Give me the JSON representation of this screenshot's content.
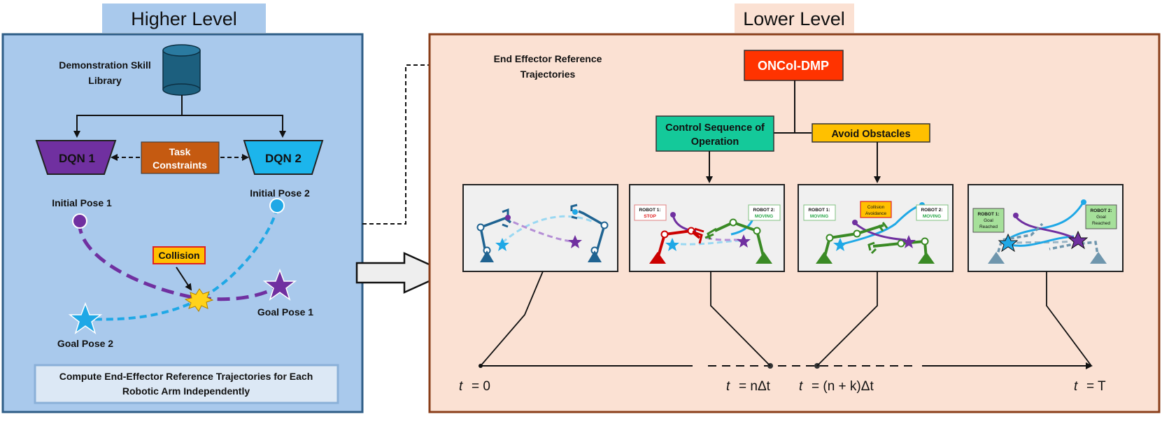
{
  "higher_level": {
    "heading": "Higher Level",
    "library_label_line1": "Demonstration Skill",
    "library_label_line2": "Library",
    "dqn1": "DQN 1",
    "dqn2": "DQN 2",
    "task_constraints_line1": "Task",
    "task_constraints_line2": "Constraints",
    "initial_pose_1": "Initial Pose 1",
    "initial_pose_2": "Initial Pose 2",
    "collision": "Collision",
    "goal_pose_1": "Goal Pose 1",
    "goal_pose_2": "Goal Pose 2",
    "summary_line1": "Compute End-Effector Reference Trajectories for Each",
    "summary_line2": "Robotic Arm Independently"
  },
  "lower_level": {
    "heading": "Lower Level",
    "reference_label_line1": "End Effector Reference",
    "reference_label_line2": "Trajectories",
    "oncol_dmp": "ONCol-DMP",
    "control_sequence_line1": "Control Sequence of",
    "control_sequence_line2": "Operation",
    "avoid_obstacles": "Avoid Obstacles",
    "panel2": {
      "robot1_label": "ROBOT 1:",
      "robot1_state": "STOP",
      "robot2_label": "ROBOT 2:",
      "robot2_state": "MOVING"
    },
    "panel3": {
      "robot1_label": "ROBOT 1:",
      "robot1_state": "MOVING",
      "robot2_label": "ROBOT 2:",
      "robot2_state": "MOVING",
      "collision_line1": "Collision",
      "collision_line2": "Avoidance"
    },
    "panel4": {
      "robot1_label": "ROBOT 1:",
      "robot1_state_line1": "Goal",
      "robot1_state_line2": "Reached",
      "robot2_label": "ROBOT 2:",
      "robot2_state_line1": "Goal",
      "robot2_state_line2": "Reached"
    },
    "timeline": {
      "t0_var": "t",
      "t0_value": "= 0",
      "t1_var": "t",
      "t1_value": "= nΔt",
      "t2_var": "t",
      "t2_value": "= (n + k)Δt",
      "t3_var": "t",
      "t3_value": "= T"
    }
  },
  "colors": {
    "higher_bg": "#a9c9ec",
    "higher_border": "#2e5d86",
    "lower_bg": "#fbe1d3",
    "lower_border": "#8a3e1a",
    "dqn1": "#7030a0",
    "dqn2": "#1cb5ec",
    "task": "#c55a11",
    "oncol": "#ff3300",
    "control": "#14c99a",
    "avoid": "#ffc000",
    "collision_fill": "#ffc000",
    "collision_border": "#e02020",
    "purple": "#7030a0",
    "cyan": "#1fa8e6",
    "robot_blue": "#1f6391",
    "robot_red": "#cc0000",
    "robot_green": "#3a8a25"
  }
}
